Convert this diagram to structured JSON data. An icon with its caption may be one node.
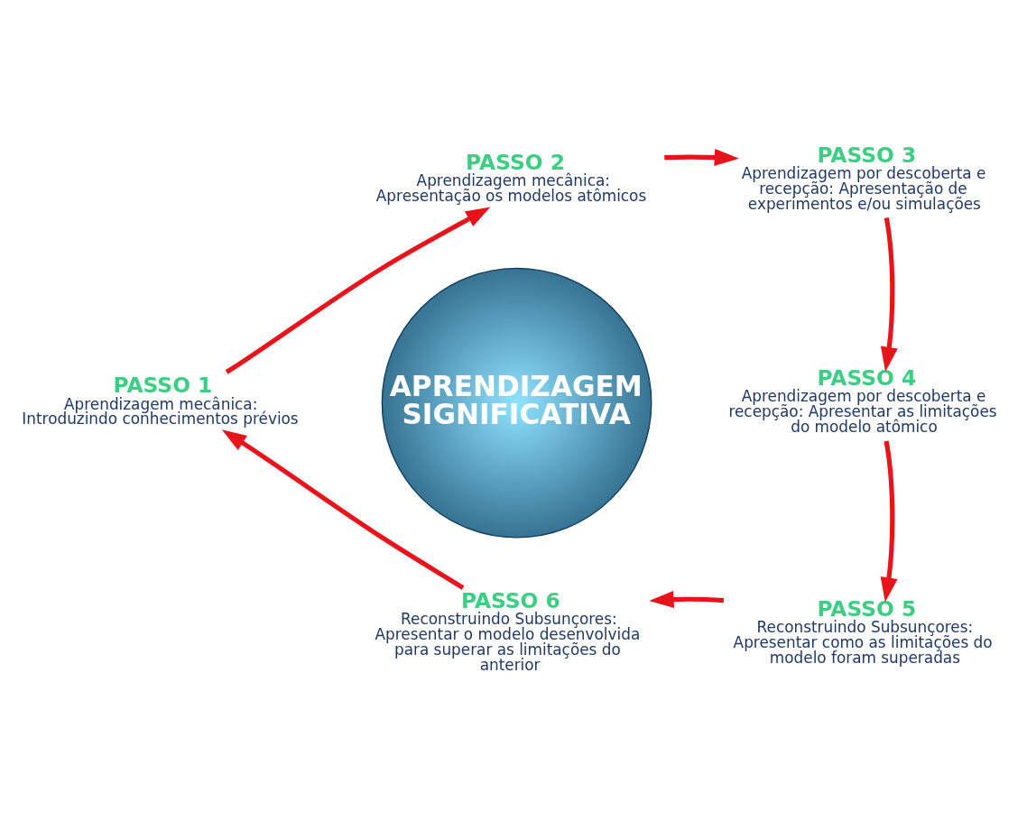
{
  "diagram": {
    "nodes": [
      {
        "text": [
          "APRENDIZAGEM SIGNIFICATIVA"
        ]
      },
      {
        "text": [
          "PASSO 1",
          "Aprendizagem mecânica: Introduzindo conhecimentos prévios"
        ]
      },
      {
        "text": [
          "PASSO 2",
          "Aprendizagem mecânica: Apresentação os modelos atômicos"
        ]
      },
      {
        "text": [
          "PASSO 3",
          "Aprendizagem por descoberta e recepção: Apresentação de experimentos e/ou simulações"
        ]
      },
      {
        "text": [
          "PASSO 4",
          "Aprendizagem por descoberta e recepção: Apresentar as limitações do modelo atômico"
        ]
      },
      {
        "text": [
          "PASSO 5",
          "Reconstruindo Subsunçores: Apresentar como as limitações do modelo foram superadas"
        ]
      },
      {
        "text": [
          "PASSO 6",
          "Reconstruindo Subsunçores: Apresentar o modelo desenvolvida para superar as limitações do anterior"
        ]
      }
    ],
    "edges": [
      {
        "from": 1,
        "to": 2,
        "arrow": "to"
      },
      {
        "from": 2,
        "to": 3,
        "arrow": "to"
      },
      {
        "from": 3,
        "to": 4,
        "arrow": "to"
      },
      {
        "from": 4,
        "to": 5,
        "arrow": "to"
      },
      {
        "from": 5,
        "to": 6,
        "arrow": "to"
      },
      {
        "from": 6,
        "to": 1,
        "arrow": "to"
      }
    ]
  }
}
